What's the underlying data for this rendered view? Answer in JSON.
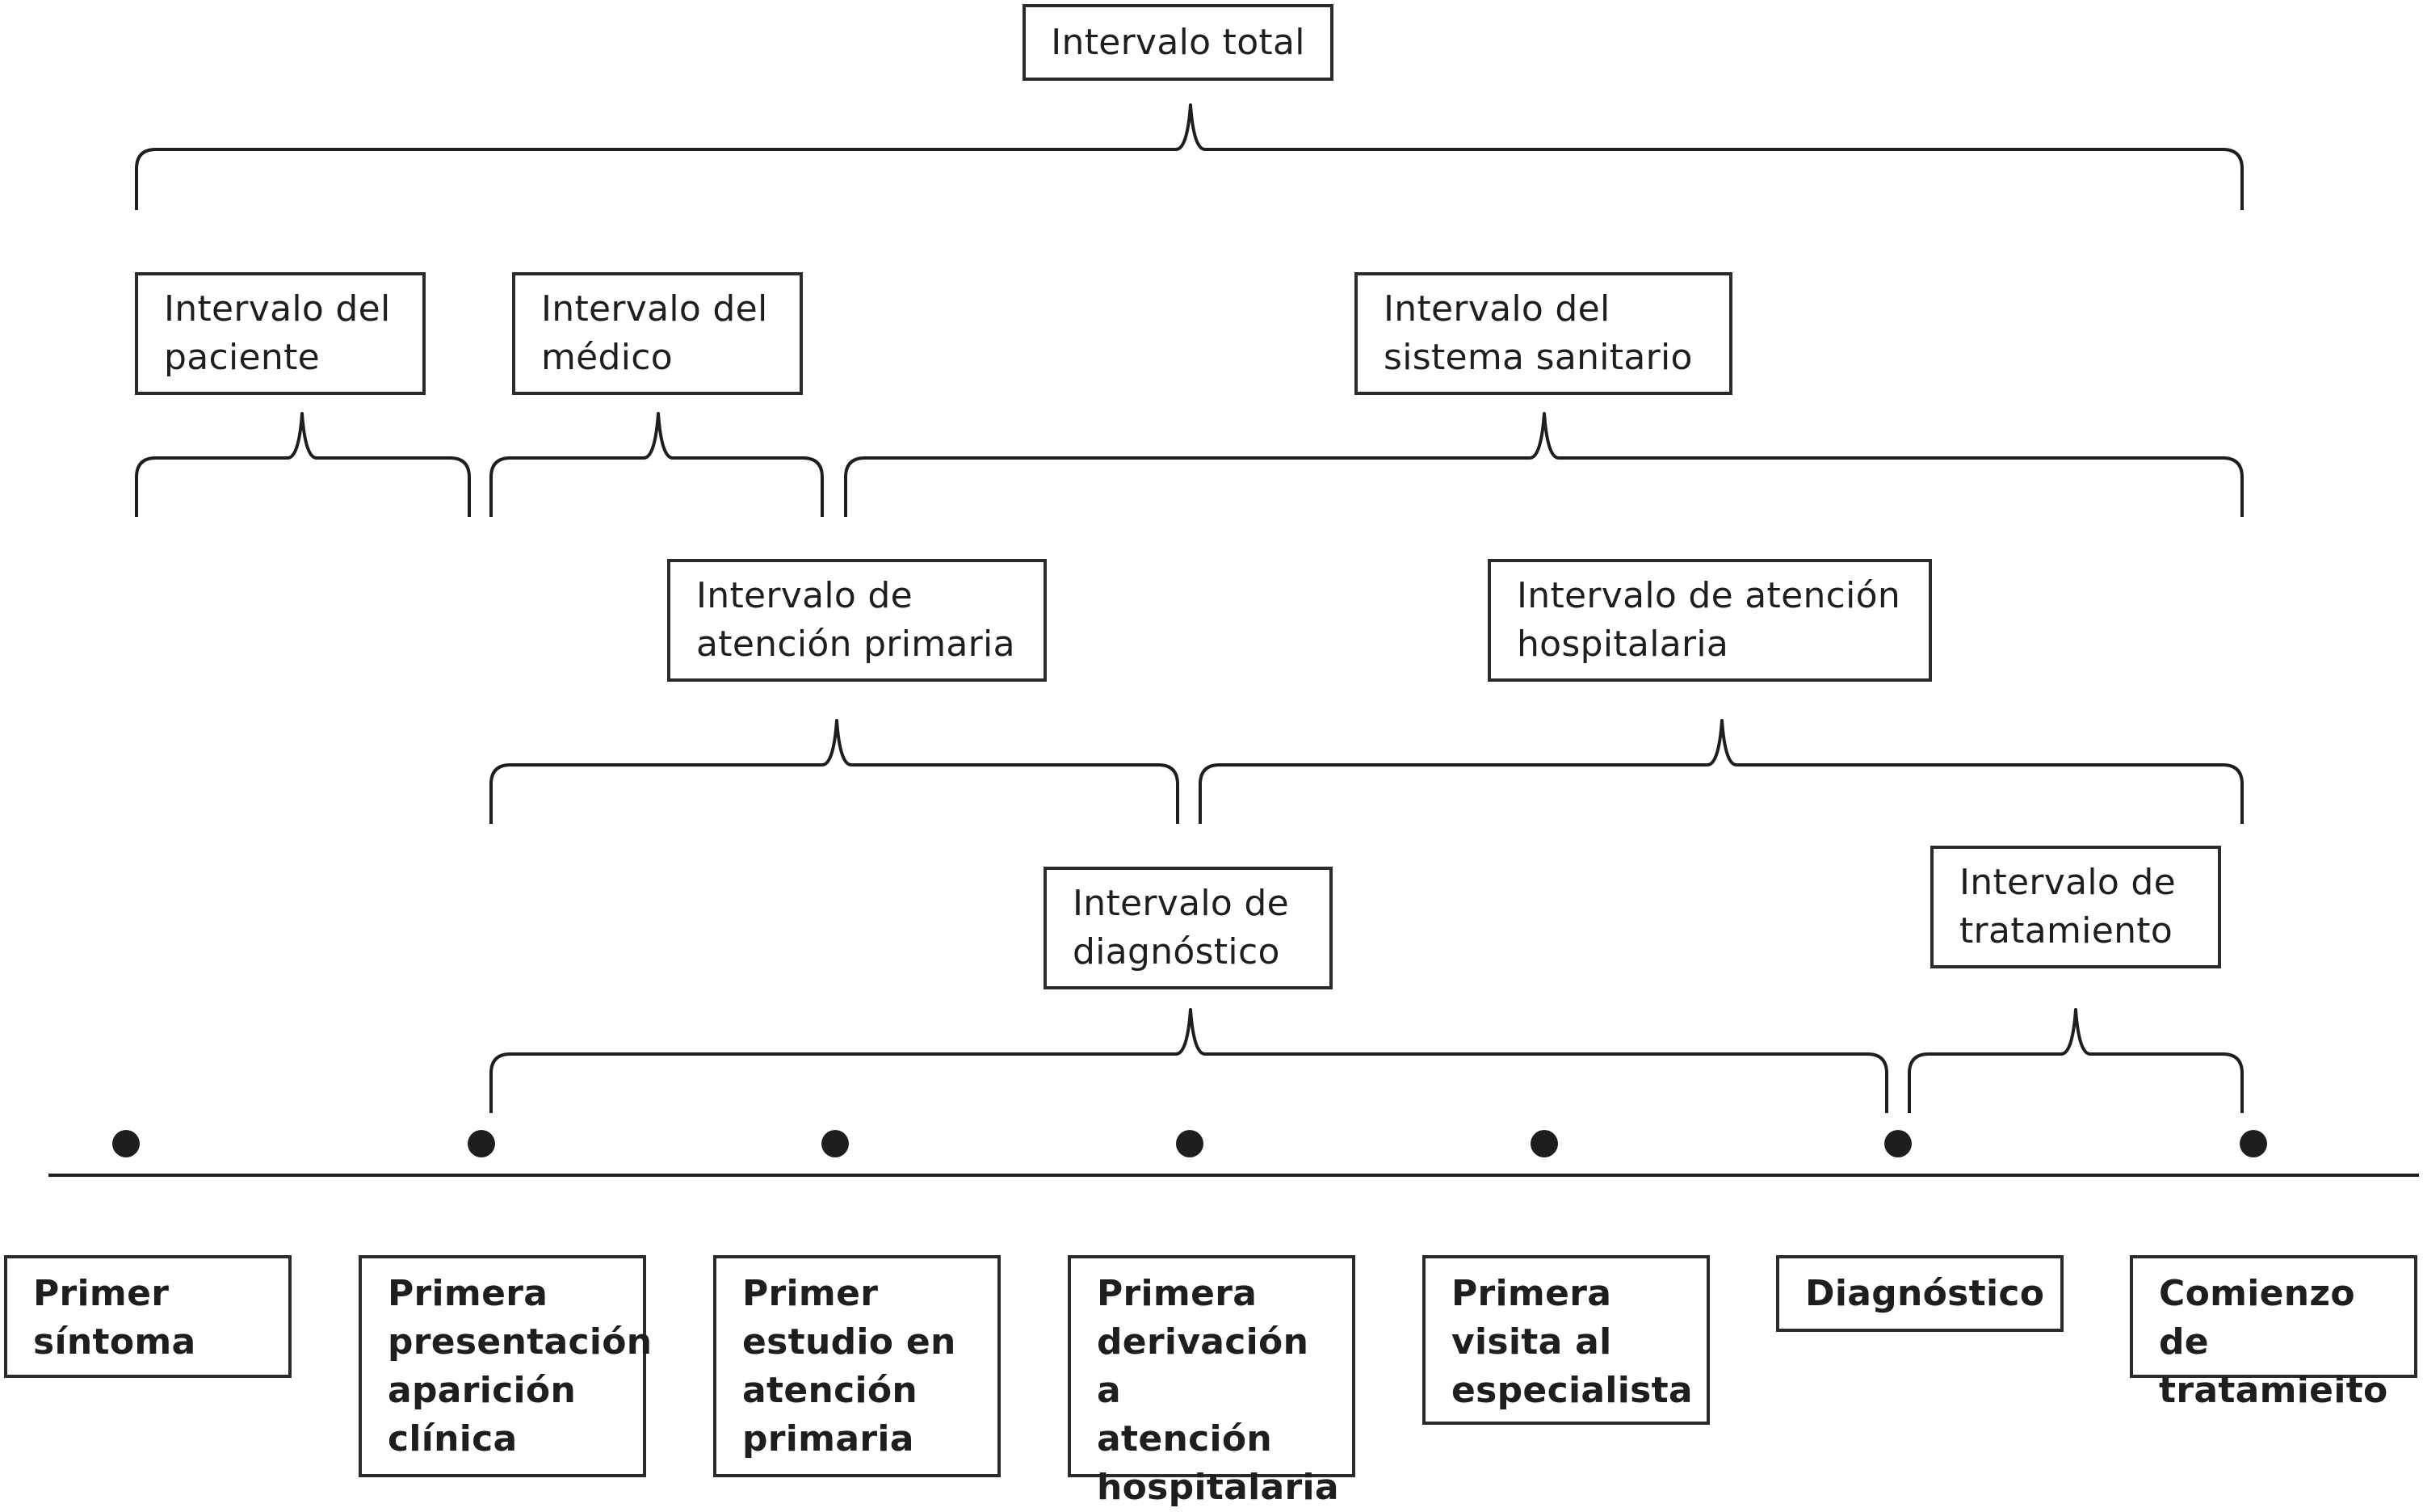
{
  "colors": {
    "line": "#1e1e1e",
    "box_border": "#2b2b2b",
    "text": "#1e1e1e",
    "background": "#ffffff"
  },
  "intervals": {
    "total": "Intervalo total",
    "paciente": "Intervalo del\npaciente",
    "medico": "Intervalo del\nmédico",
    "sistema": "Intervalo del\nsistema sanitario",
    "atencion_primaria": "Intervalo de\natención primaria",
    "atencion_hospitalaria": "Intervalo de atención\nhospitalaria",
    "diagnostico": "Intervalo de\ndiagnóstico",
    "tratamiento": "Intervalo de\ntratamiento"
  },
  "milestones": [
    {
      "label": "Primer\nsíntoma"
    },
    {
      "label": "Primera\npresentación\naparición\nclínica"
    },
    {
      "label": "Primer\nestudio en\natención\nprimaria"
    },
    {
      "label": "Primera\nderivación a\natención\nhospitalaria"
    },
    {
      "label": "Primera\nvisita al\nespecialista"
    },
    {
      "label": "Diagnóstico"
    },
    {
      "label": "Comienzo de\ntratamieito"
    }
  ]
}
